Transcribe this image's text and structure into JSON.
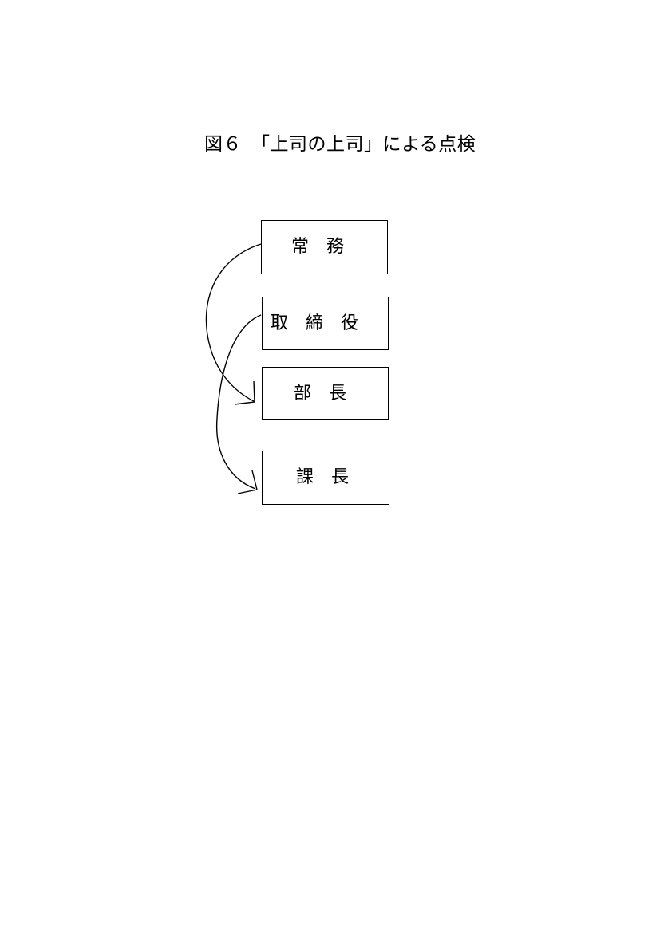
{
  "figure": {
    "title": "図６　「上司の上司」による点検"
  },
  "boxes": {
    "joumu": "常　務",
    "torishimariyaku": "取　締　役",
    "buchou": "部　長",
    "kachou": "課　長"
  },
  "arrows": [
    {
      "from": "joumu",
      "to": "buchou"
    },
    {
      "from": "torishimariyaku",
      "to": "kachou"
    }
  ]
}
